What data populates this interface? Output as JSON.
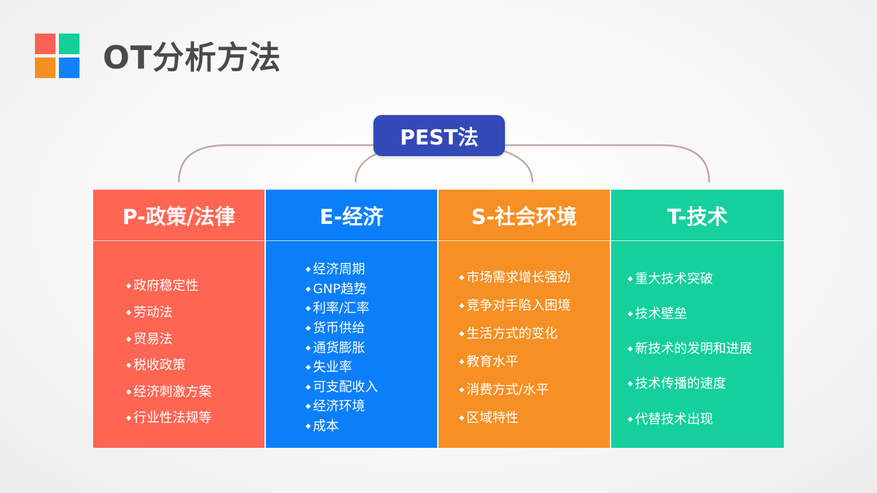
{
  "title": "OT分析方法",
  "logo": {
    "colors": [
      "#fe6153",
      "#13cf9a",
      "#f68f22",
      "#1182fb"
    ]
  },
  "center": {
    "label": "PEST法",
    "color": "#3349b8"
  },
  "connector_color": "#bfa9a3",
  "columns": [
    {
      "label": "P-政策/法律",
      "color": "#fe6553",
      "items": [
        "政府稳定性",
        "劳动法",
        "贸易法",
        "税收政策",
        "经济刺激方案",
        "行业性法规等"
      ]
    },
    {
      "label": "E-经济",
      "color": "#0b7ff9",
      "items": [
        "经济周期",
        "GNP趋势",
        "利率/汇率",
        "货币供给",
        "通货膨胀",
        "失业率",
        "可支配收入",
        "经济环境",
        "成本"
      ]
    },
    {
      "label": "S-社会环境",
      "color": "#f68f24",
      "items": [
        "市场需求增长强劲",
        "竞争对手陷入困境",
        "生活方式的变化",
        "教育水平",
        "消费方式/水平",
        "区域特性"
      ]
    },
    {
      "label": "T-技术",
      "color": "#15d09c",
      "items": [
        "重大技术突破",
        "技术壁垒",
        "新技术的发明和进展",
        "技术传播的速度",
        "代替技术出现"
      ]
    }
  ]
}
